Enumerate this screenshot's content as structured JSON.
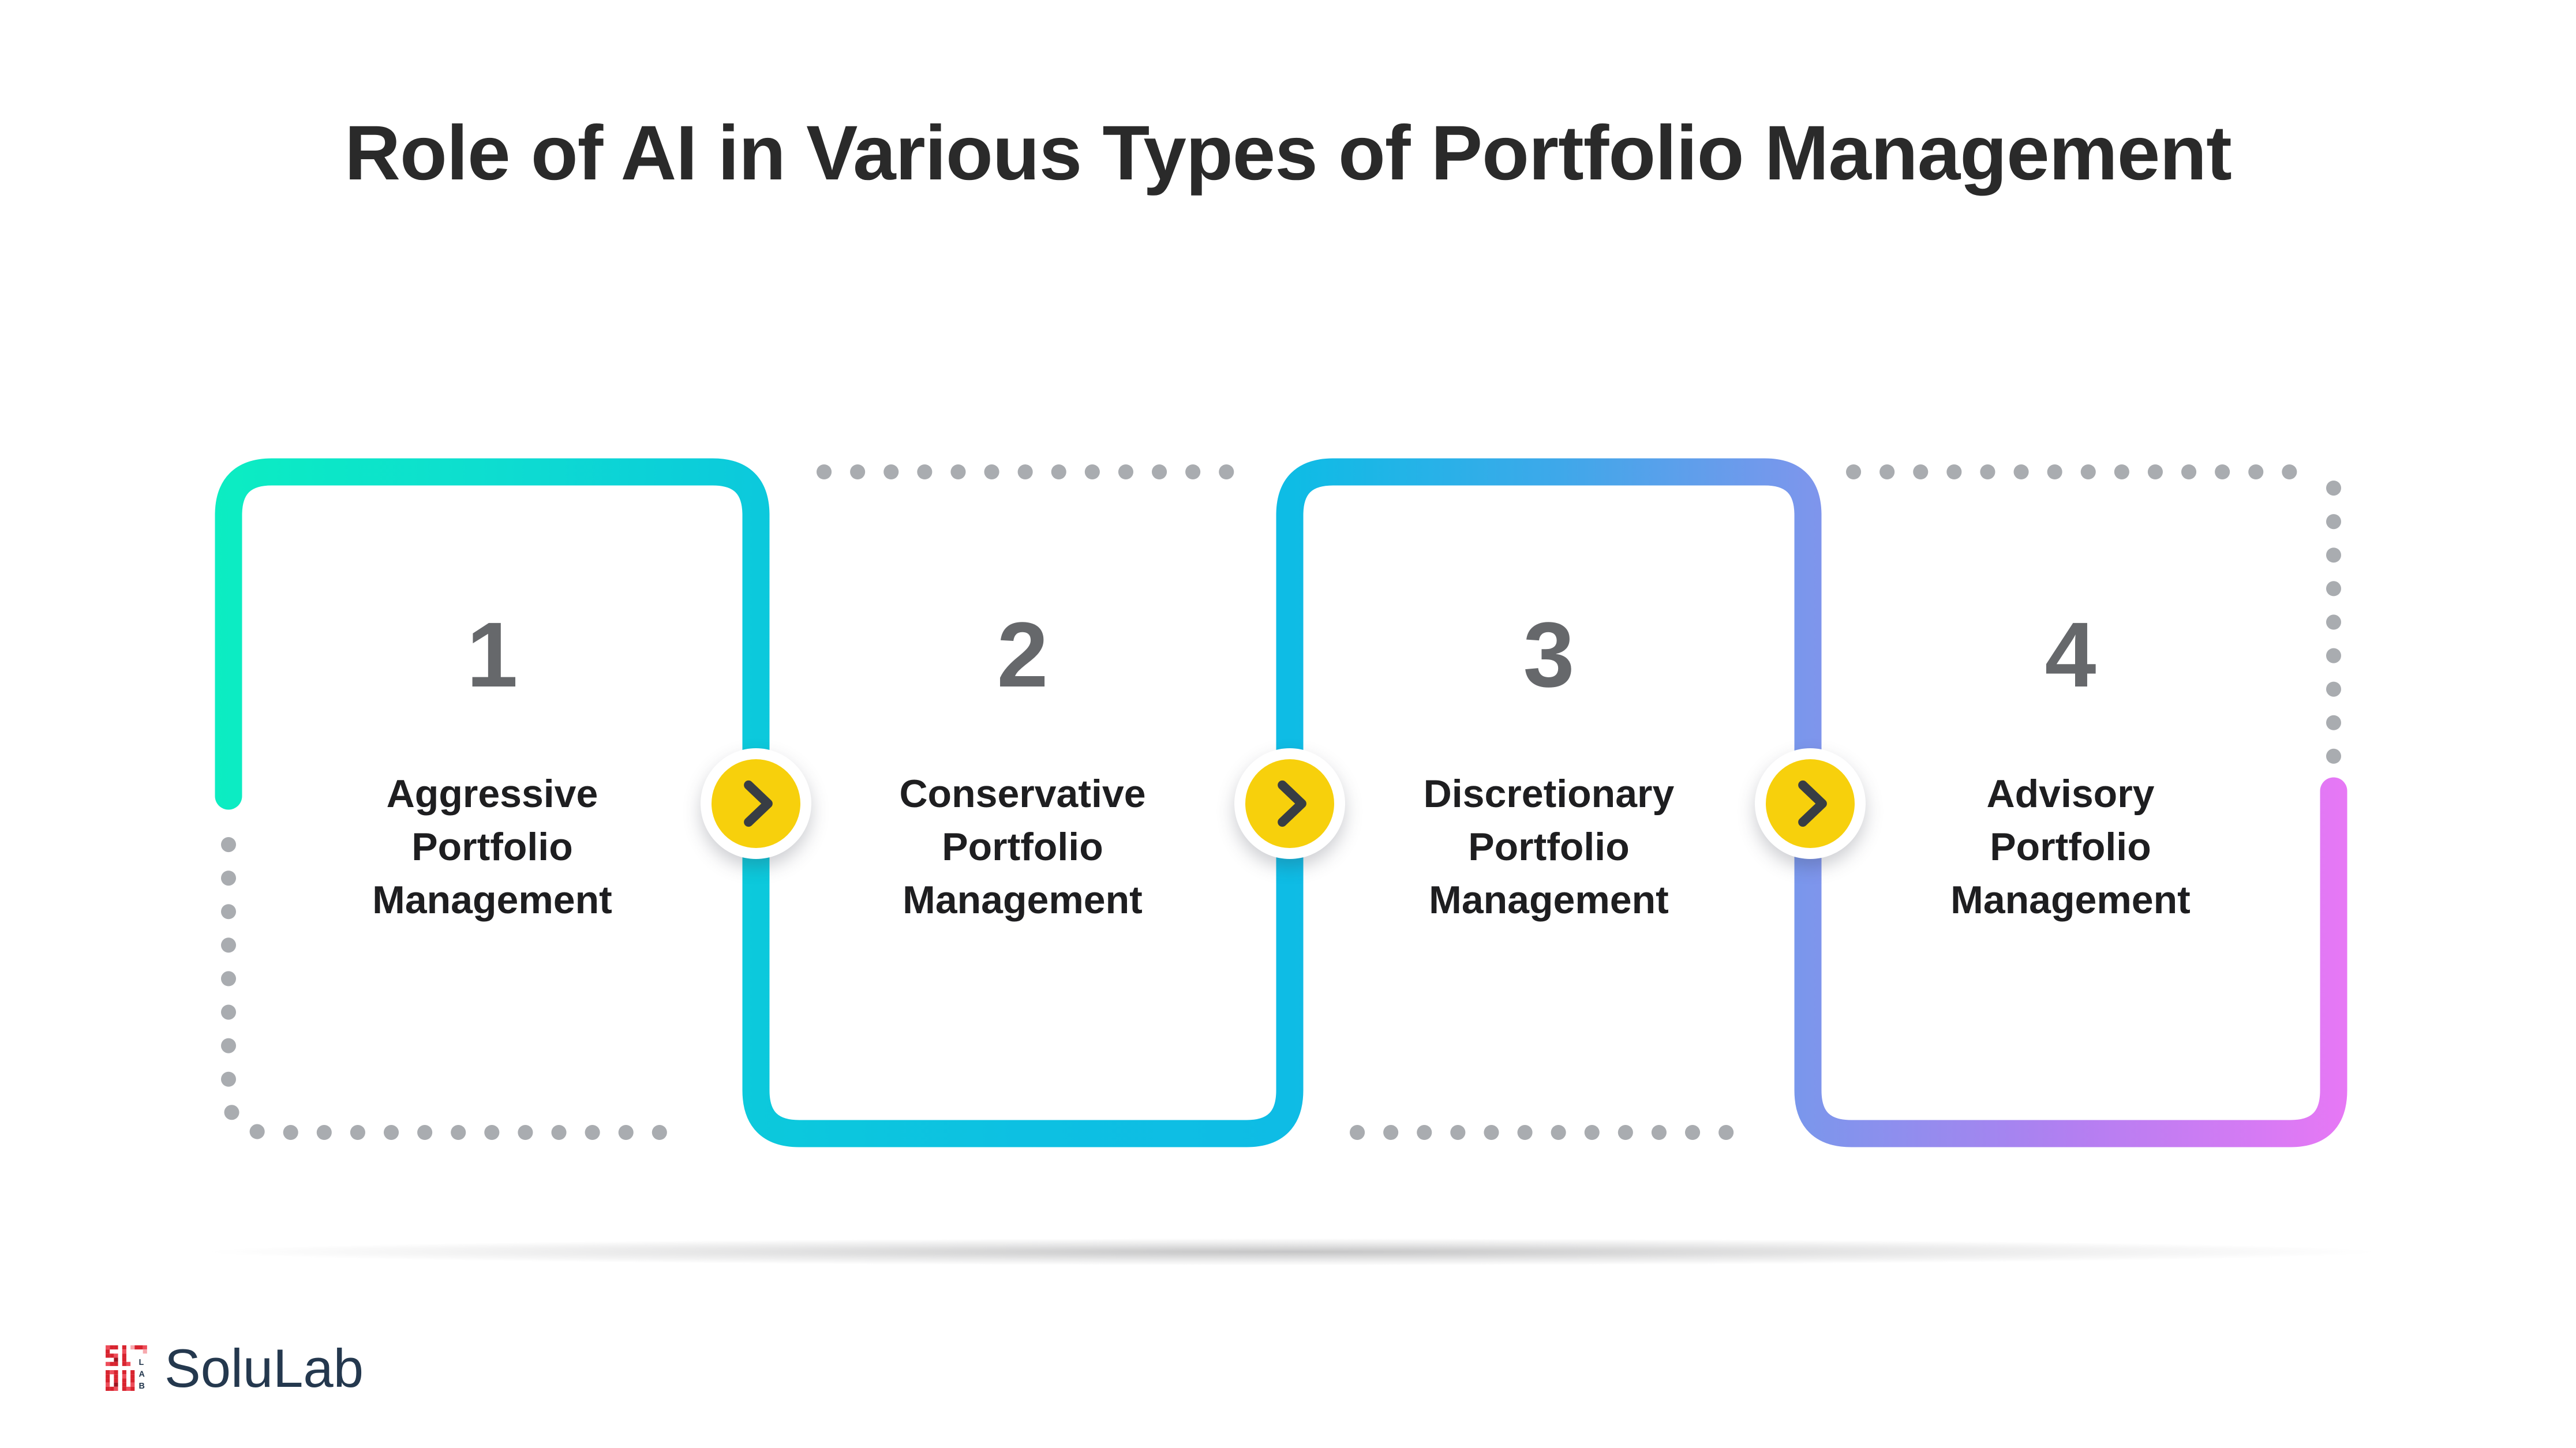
{
  "title": "Role of AI in Various Types of Portfolio Management",
  "steps": [
    {
      "number": "1",
      "lines": [
        "Aggressive",
        "Portfolio",
        "Management"
      ]
    },
    {
      "number": "2",
      "lines": [
        "Conservative",
        "Portfolio",
        "Management"
      ]
    },
    {
      "number": "3",
      "lines": [
        "Discretionary",
        "Portfolio",
        "Management"
      ]
    },
    {
      "number": "4",
      "lines": [
        "Advisory",
        "Portfolio",
        "Management"
      ]
    }
  ],
  "arrows": {
    "count": 3,
    "icon": "chevron-right-icon"
  },
  "logo": {
    "text": "SoluLab",
    "mark_letters": "LAB"
  },
  "colors": {
    "background": "#FFFFFF",
    "title_text": "#2A2A2A",
    "step_number": "#66686B",
    "step_label": "#1E1E20",
    "dot_gray": "#A9ACB0",
    "flow_teal_start": "#0CEDC2",
    "flow_cyan": "#0EBCE5",
    "flow_blue": "#7C96EC",
    "flow_magenta_end": "#E778F5",
    "arrow_yellow": "#F7D00C",
    "arrow_chevron": "#383D44",
    "logo_red": "#D8242F",
    "logo_navy": "#24384E"
  }
}
